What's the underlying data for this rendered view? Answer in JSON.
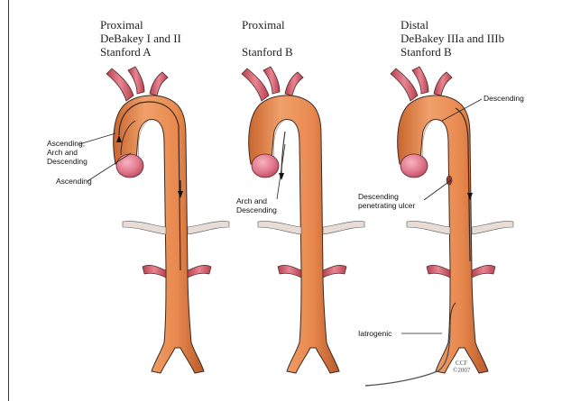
{
  "panels": [
    {
      "heading": [
        "Proximal",
        "DeBakey I and II",
        "Stanford A"
      ],
      "labels": [
        "Ascending, Arch and Descending",
        "Ascending"
      ]
    },
    {
      "heading": [
        "Proximal",
        "",
        "Stanford B"
      ],
      "labels": [
        "Arch and Descending"
      ]
    },
    {
      "heading": [
        "Distal",
        "DeBakey IIIa and IIIb",
        "Stanford B"
      ],
      "labels": [
        "Descending",
        "Descending penetrating ulcer",
        "Iatrogenic"
      ]
    }
  ],
  "label_lines": {
    "p1_a": "Ascending,",
    "p1_b": "Arch and",
    "p1_c": "Descending",
    "p1_d": "Ascending",
    "p2_a": "Arch and",
    "p2_b": "Descending",
    "p3_a": "Descending",
    "p3_b": "Descending",
    "p3_c": "penetrating ulcer",
    "p3_d": "Iatrogenic"
  },
  "signature": {
    "ccf": "CCF",
    "year": "©2007"
  },
  "colors": {
    "aorta": "#e8894f",
    "aorta_dark": "#9a4a22",
    "branch": "#d85f6a",
    "aneurysm": "#e77f94",
    "stroke": "#3b2a22"
  }
}
